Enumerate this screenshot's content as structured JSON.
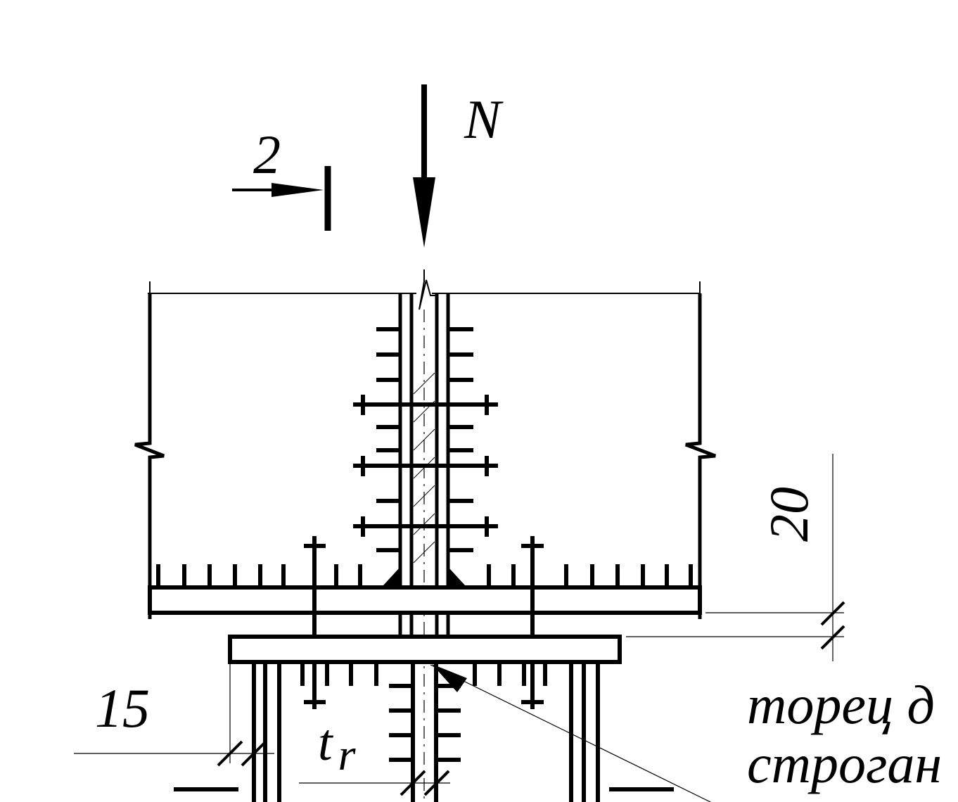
{
  "labels": {
    "force": "N",
    "section": "2",
    "dim_height": "20",
    "dim_base": "15",
    "thickness_t": "t",
    "thickness_sub": "r",
    "note_line1": "торец д",
    "note_line2": "строган"
  },
  "colors": {
    "ink": "#000000",
    "background": "#ffffff"
  }
}
